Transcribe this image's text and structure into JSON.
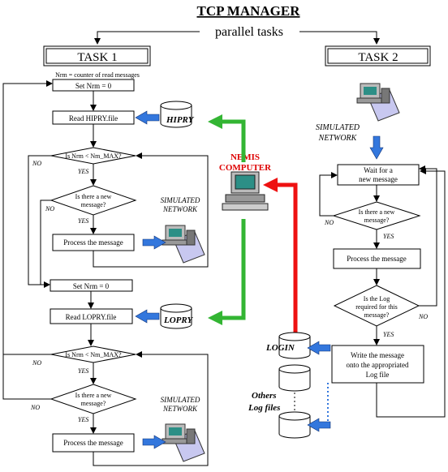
{
  "title": "TCP MANAGER",
  "subtitle": "parallel tasks",
  "task1": {
    "header": "TASK 1",
    "note": "Nrm = counter of read messages",
    "set_nrm_top": "Set Nrm = 0",
    "read_hipry": "Read HIPRY.file",
    "cond_nrm_1": "Is Nrm < Nm_MAX?",
    "cond_new_1": [
      "Is there a new",
      "message?"
    ],
    "process_1": "Process the message",
    "set_nrm_mid": "Set Nrm = 0",
    "read_lopry": "Read LOPRY.file",
    "cond_nrm_2": "Is Nrm < Nm_MAX?",
    "cond_new_2": [
      "Is there a new",
      "message?"
    ],
    "process_2": "Process the message"
  },
  "task2": {
    "header": "TASK 2",
    "wait": [
      "Wait for a",
      "new message"
    ],
    "cond_new": [
      "Is there a new",
      "message?"
    ],
    "process": "Process the message",
    "cond_log": [
      "Is the Log",
      "required for this",
      "message?"
    ],
    "write": [
      "Write the message",
      "onto the appropriated",
      "Log file"
    ]
  },
  "labels": {
    "yes": "YES",
    "no": "NO",
    "hipry": "HIPRY",
    "lopry": "LOPRY",
    "login": "LOGIN",
    "others_log": [
      "Others",
      "Log files"
    ],
    "nemis": [
      "NEMIS",
      "COMPUTER"
    ],
    "simulated_network": [
      "SIMULATED",
      "NETWORK"
    ]
  },
  "colors": {
    "green_arrow": "#33b533",
    "red_arrow": "#ee1111",
    "blue_arrow": "#3377dd",
    "nemis_text": "#dd0000",
    "computer_screen": "#2c8f86"
  }
}
